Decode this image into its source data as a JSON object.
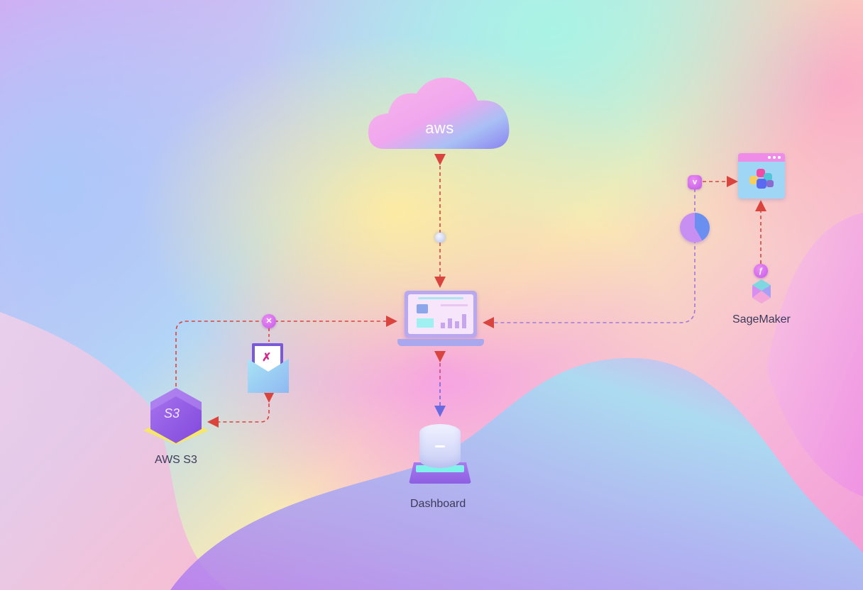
{
  "nodes": {
    "cloud": {
      "label": "aws"
    },
    "laptop": {
      "label": ""
    },
    "s3": {
      "icon_text": "S3",
      "label": "AWS S3"
    },
    "database": {
      "label": "Dashboard"
    },
    "sagemaker": {
      "label": "SageMaker"
    }
  },
  "badges": {
    "left": "✕",
    "top_right": "v",
    "sagemaker": "ƒ"
  },
  "colors": {
    "arrow_red": "#d9443f",
    "arrow_blue": "#6a6ae0",
    "accent_purple": "#a765e8"
  }
}
